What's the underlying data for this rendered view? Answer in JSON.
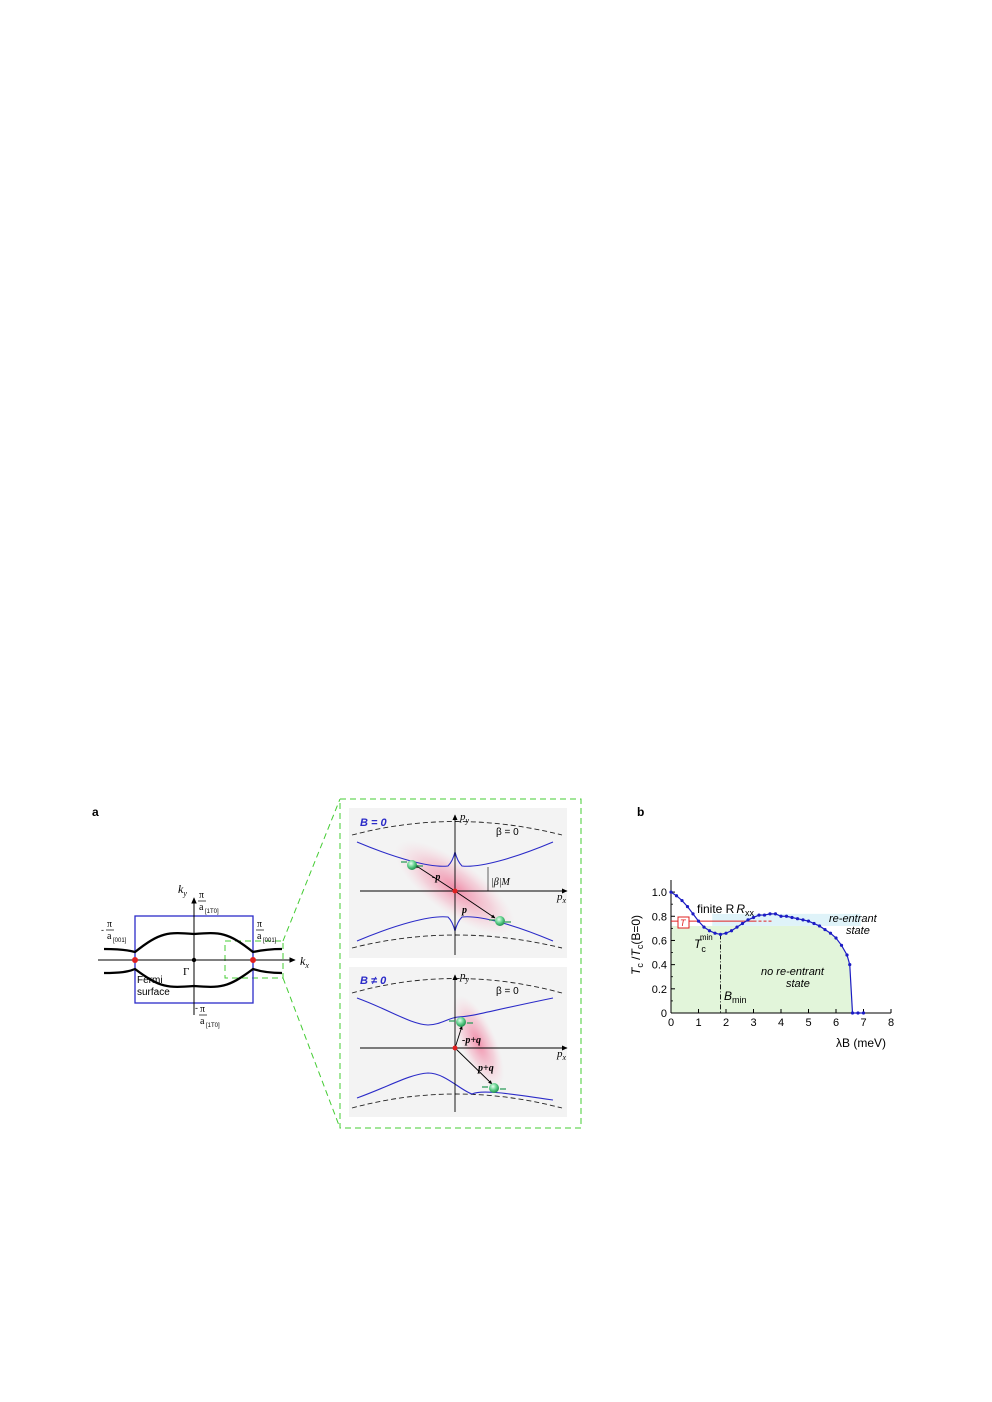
{
  "panel_a": {
    "letter": "a",
    "bz": {
      "ky": "k",
      "ky_sub": "y",
      "kx": "k",
      "kx_sub": "x",
      "gamma": "Γ",
      "pi": "π",
      "a": "a",
      "top_sub": "[1T0]",
      "bottom_sub": "[1T0]",
      "left_sub": "[001]",
      "right_sub": "[001]",
      "minus": "-",
      "fermi_line1": "Fermi",
      "fermi_line2": "surface"
    },
    "zoom_top": {
      "B_label": "B = 0",
      "beta_label": "β = 0",
      "py": "p",
      "py_sub": "y",
      "px": "p",
      "px_sub": "x",
      "gap_label": "|β|M",
      "neg_p": "-p",
      "p": "p"
    },
    "zoom_bottom": {
      "B_label": "B ≠ 0",
      "beta_label": "β = 0",
      "py": "p",
      "py_sub": "y",
      "px": "p",
      "px_sub": "x",
      "neg_pq": "-p+q",
      "pq": "p+q"
    }
  },
  "panel_b": {
    "letter": "b",
    "legend_box": "T",
    "annotations": {
      "finite_rxx": "finite R",
      "finite_rxx_sub": "xx",
      "tcmin": "T",
      "tcmin_sub": "c",
      "tcmin_sup": "min",
      "bmin": "B",
      "bmin_sub": "min",
      "reentrant_line1": "re-entrant",
      "reentrant_line2": "state",
      "noreentrant_line1": "no re-entrant",
      "noreentrant_line2": "state"
    },
    "colors": {
      "line": "#1c1cc4",
      "reentrant_region": "#dff3f9",
      "noreentrant_region": "#e2f5da",
      "threshold": "#e02020"
    }
  },
  "chart_data": {
    "type": "line",
    "xlabel": "λB (meV)",
    "ylabel": "T_c / T_c(B=0)",
    "xlim": [
      0,
      8
    ],
    "ylim": [
      0,
      1.1
    ],
    "x_ticks": [
      "0",
      "1",
      "2",
      "3",
      "4",
      "5",
      "6",
      "7",
      "8"
    ],
    "y_ticks": [
      "0",
      "0.2",
      "0.4",
      "0.6",
      "0.8",
      "1.0"
    ],
    "grid": false,
    "threshold_y": 0.76,
    "bmin_x": 1.8,
    "series": [
      {
        "x": [
          0,
          0.2,
          0.4,
          0.6,
          0.8,
          1.0,
          1.2,
          1.4,
          1.6,
          1.8,
          2.0,
          2.2,
          2.4,
          2.6,
          2.8,
          3.0,
          3.2,
          3.4,
          3.6,
          3.8,
          4.0,
          4.2,
          4.4,
          4.6,
          4.8,
          5.0,
          5.2,
          5.4,
          5.6,
          5.8,
          6.0,
          6.2,
          6.4,
          6.5,
          6.6,
          6.8,
          7.0
        ],
        "y": [
          1.0,
          0.97,
          0.93,
          0.88,
          0.82,
          0.76,
          0.71,
          0.68,
          0.66,
          0.65,
          0.66,
          0.68,
          0.71,
          0.74,
          0.77,
          0.79,
          0.81,
          0.81,
          0.82,
          0.82,
          0.8,
          0.8,
          0.79,
          0.78,
          0.77,
          0.76,
          0.74,
          0.72,
          0.69,
          0.66,
          0.62,
          0.56,
          0.48,
          0.4,
          0.0,
          0.0,
          0.0
        ]
      }
    ]
  }
}
